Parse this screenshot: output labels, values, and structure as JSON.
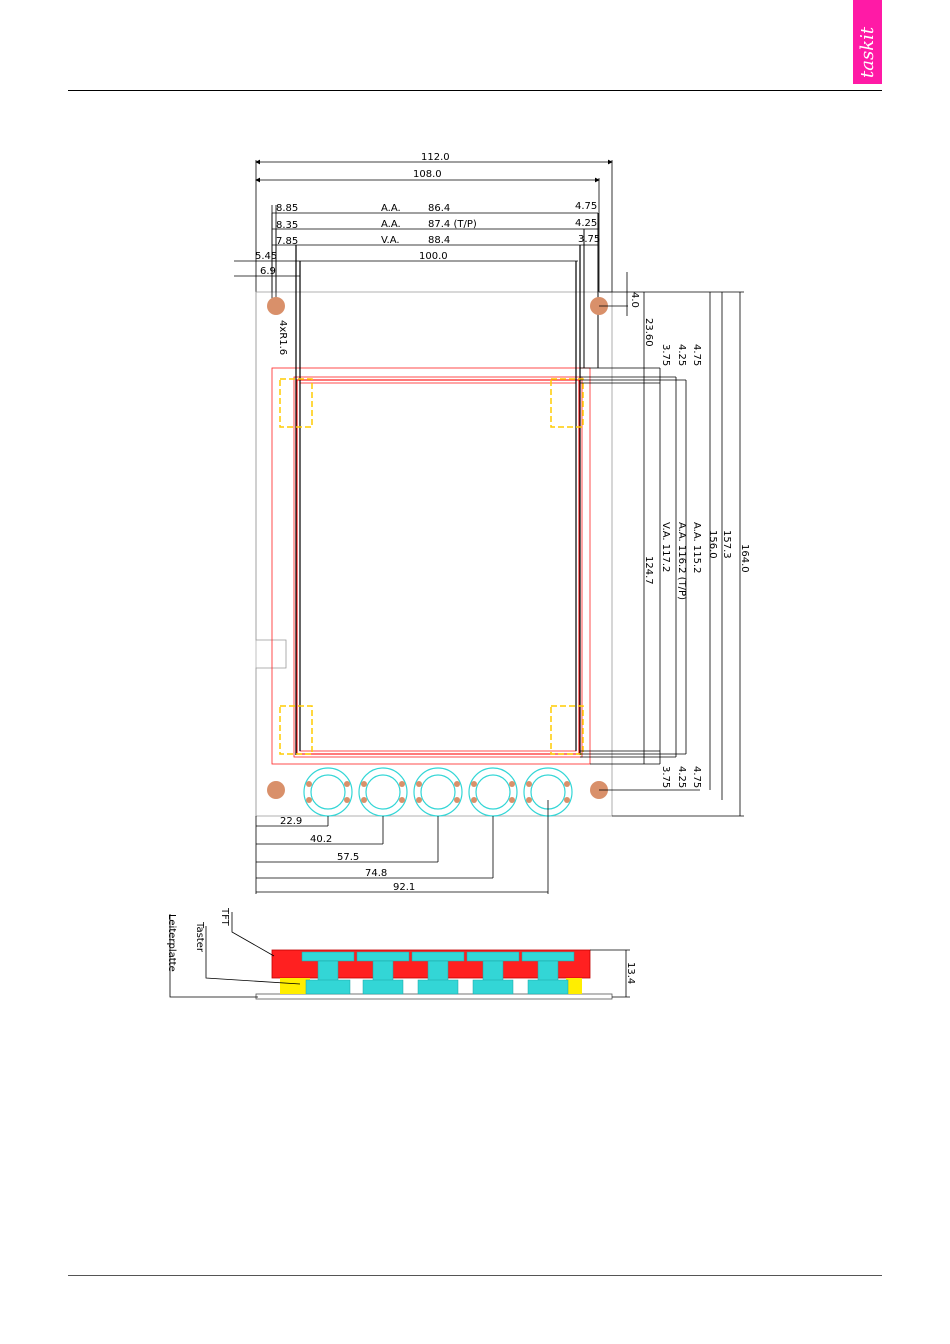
{
  "logo": {
    "text": "taskit",
    "color": "#ff1aa6"
  },
  "colors": {
    "tft_layer": "#ff2020",
    "taster_layer": "#33d6d6",
    "yellow_marker": "#ffee00",
    "mount_hole": "#d9906a",
    "outline": "#000000"
  },
  "top_dims": {
    "overall_width": "112.0",
    "glass_width": "108.0",
    "aa": {
      "left": "8.85",
      "label": "A.A.",
      "value": "86.4",
      "right": "4.75"
    },
    "aa_tp": {
      "left": "8.35",
      "label": "A.A.",
      "value": "87.4 (T/P)",
      "right": "4.25"
    },
    "va": {
      "left": "7.85",
      "label": "V.A.",
      "value": "88.4",
      "right": "3.75"
    },
    "hole_offset": "5.45",
    "board_offset": "6.9",
    "inner_width": "100.0"
  },
  "hole_note": "4xR1.6",
  "right_dims": {
    "hole_top": "4.0",
    "top_margin": "23.60",
    "top_offsets": [
      "3.75",
      "4.25",
      "4.75"
    ],
    "va_height": "V.A. 117.2",
    "va_tp_height": "A.A. 116.2 (T/P)",
    "aa_height": "A.A. 115.2",
    "display_height": "124.7",
    "glass_height": "156.0",
    "height_2": "157.3",
    "overall_height": "164.0",
    "bottom_offsets": [
      "3.75",
      "4.25",
      "4.75"
    ]
  },
  "button_dims": [
    "22.9",
    "40.2",
    "57.5",
    "74.8",
    "92.1"
  ],
  "section_labels": {
    "tft": "TFT",
    "taster": "Taster",
    "board": "Leiterplatte"
  },
  "section_height": "13.4"
}
